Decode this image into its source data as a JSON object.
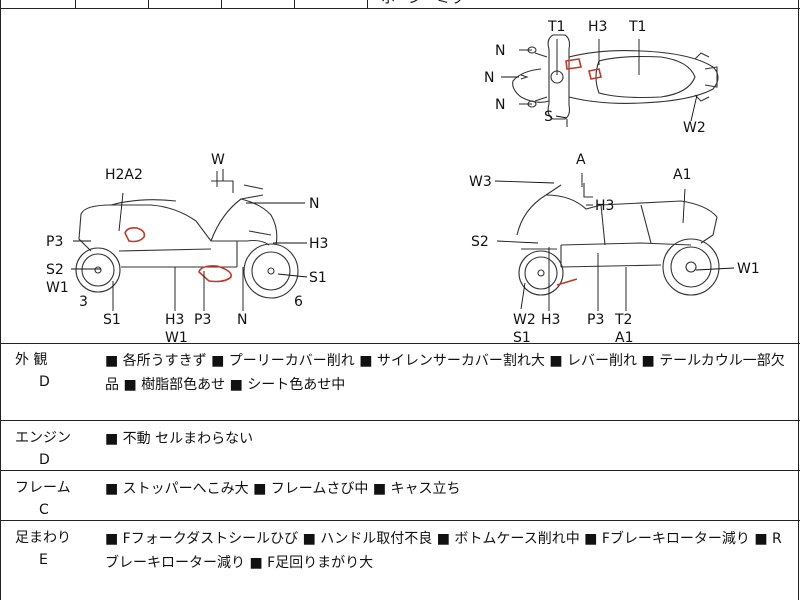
{
  "header_fragment": "ホーン・ミラー",
  "diagram": {
    "top_view": {
      "labels": [
        "N",
        "N",
        "N",
        "S",
        "T1",
        "H3",
        "T1",
        "W2"
      ]
    },
    "left_view": {
      "labels": [
        "W",
        "H2A2",
        "N",
        "P3",
        "H3",
        "S2",
        "W1",
        "S1",
        "3",
        "6",
        "S1",
        "H3",
        "W1",
        "P3",
        "N"
      ]
    },
    "right_view": {
      "labels": [
        "A",
        "W3",
        "A1",
        "H3",
        "S2",
        "W1",
        "W2",
        "S1",
        "H3",
        "P3",
        "T2",
        "A1"
      ]
    }
  },
  "rows": [
    {
      "label": "外 観",
      "grade": "D",
      "text": "■ 各所うすきず ■ プーリーカバー削れ ■ サイレンサーカバー割れ大 ■ レバー削れ ■ テールカウル一部欠品 ■ 樹脂部色あせ ■ シート色あせ中"
    },
    {
      "label": "エンジン",
      "grade": "D",
      "text": "■ 不動 セルまわらない"
    },
    {
      "label": "フレーム",
      "grade": "C",
      "text": "■ ストッパーへこみ大 ■ フレームさび中 ■ キャス立ち"
    },
    {
      "label": "足まわり",
      "grade": "E",
      "text": "■ Fフォークダストシールひび ■ ハンドル取付不良 ■ ボトムケース削れ中 ■ Fブレーキローター減り ■ Rブレーキローター減り ■ F足回りまがり大"
    }
  ]
}
